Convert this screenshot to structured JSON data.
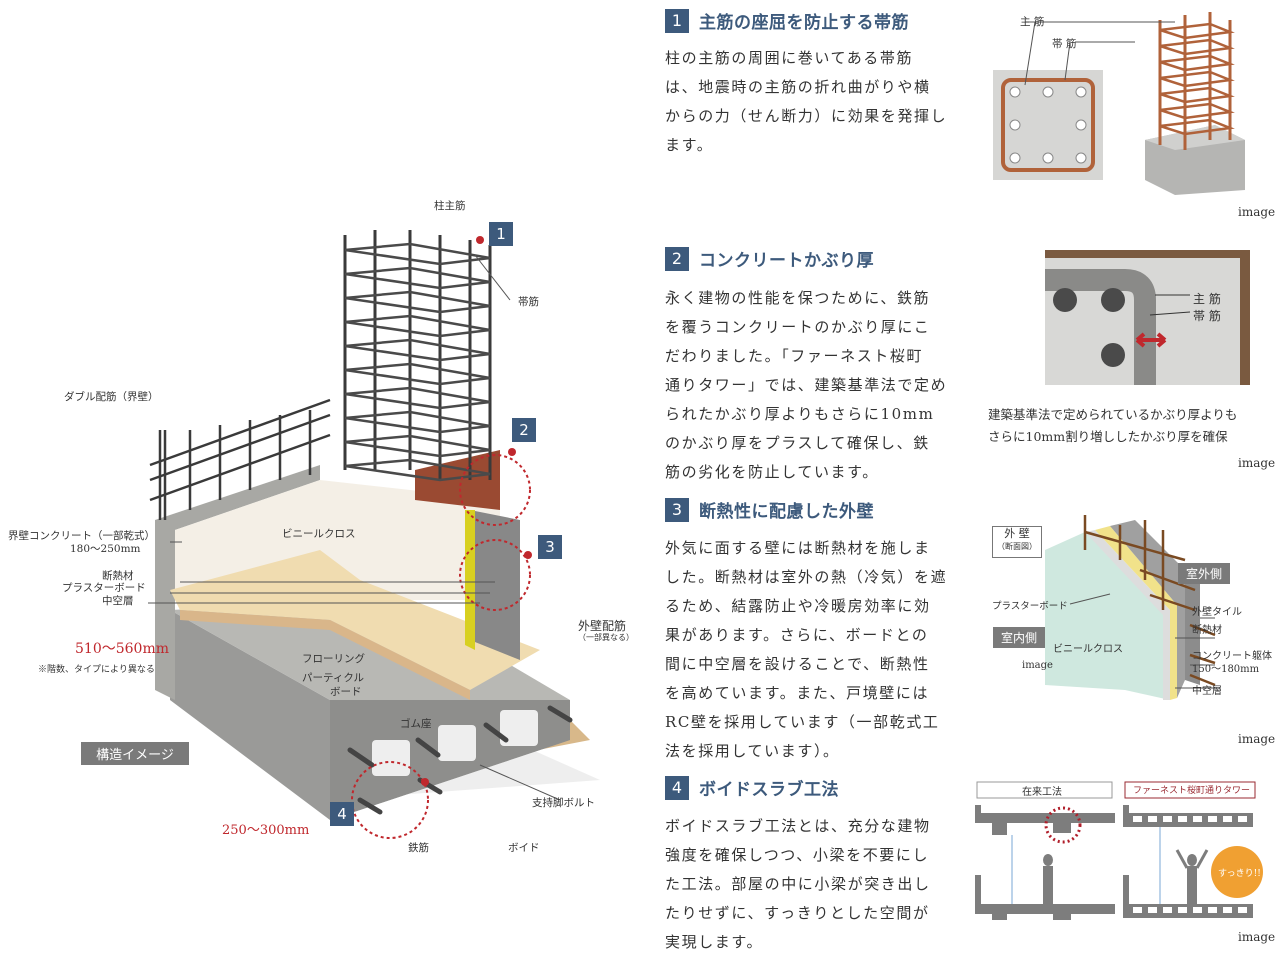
{
  "sections": [
    {
      "num": "1",
      "title": "主筋の座屈を防止する帯筋",
      "lines": [
        "柱の主筋の周囲に巻いてある帯筋",
        "は、地震時の主筋の折れ曲がりや横",
        "からの力（せん断力）に効果を発揮し",
        "ます。"
      ]
    },
    {
      "num": "2",
      "title": "コンクリートかぶり厚",
      "lines": [
        "永く建物の性能を保つために、鉄筋",
        "を覆うコンクリートのかぶり厚にこ",
        "だわりました。「ファーネスト桜町",
        "通りタワー」では、建築基準法で定め",
        "られたかぶり厚よりもさらに10mm",
        "のかぶり厚をプラスして確保し、鉄",
        "筋の劣化を防止しています。"
      ]
    },
    {
      "num": "3",
      "title": "断熱性に配慮した外壁",
      "lines": [
        "外気に面する壁には断熱材を施しま",
        "した。断熱材は室外の熱（冷気）を遮",
        "るため、結露防止や冷暖房効率に効",
        "果があります。さらに、ボードとの",
        "間に中空層を設けることで、断熱性",
        "を高めています。また、戸境壁には",
        "RC壁を採用しています（一部乾式工",
        "法を採用しています）。"
      ]
    },
    {
      "num": "4",
      "title": "ボイドスラブ工法",
      "lines": [
        "ボイドスラブ工法とは、充分な建物",
        "強度を確保しつつ、小梁を不要にし",
        "た工法。部屋の中に小梁が突き出し",
        "たりせずに、すっきりとした空間が",
        "実現します。"
      ]
    }
  ],
  "main_illustration": {
    "labels": {
      "column_main": "柱主筋",
      "hoop": "帯筋",
      "double": "ダブル配筋（界壁）",
      "partition": "界壁コンクリート（一部乾式）",
      "partition_size": "180〜250mm",
      "insulation": "断熱材",
      "plaster": "プラスターボード",
      "hollow": "中空層",
      "vinyl": "ビニールクロス",
      "outer_rebar": "外壁配筋",
      "outer_rebar_note": "（一部異なる）",
      "total": "510〜560mm",
      "total_note": "※階数、タイプにより異なる",
      "flooring": "フローリング",
      "particle": "パーティクル",
      "board": "ボード",
      "rubber": "ゴム座",
      "bolt": "支持脚ボルト",
      "rebar": "鉄筋",
      "void": "ボイド",
      "slab": "250〜300mm",
      "caption": "構造イメージ"
    },
    "badges": [
      "1",
      "2",
      "3",
      "4"
    ]
  },
  "diagram1": {
    "main": "主 筋",
    "hoop": "帯 筋",
    "note": "image"
  },
  "diagram2": {
    "main": "主 筋",
    "hoop": "帯 筋",
    "caption1": "建築基準法で定められているかぶり厚よりも",
    "caption2": "さらに10mm割り増ししたかぶり厚を確保",
    "note": "image"
  },
  "diagram3": {
    "title": "外 壁",
    "subtitle": "（断面図）",
    "outside": "室外側",
    "inside": "室内側",
    "plaster": "プラスターボード",
    "vinyl": "ビニールクロス",
    "tile": "外壁タイル",
    "insulation": "断熱材",
    "concrete": "コンクリート躯体",
    "concrete_size": "150〜180mm",
    "hollow": "中空層",
    "inner_note": "image",
    "note": "image"
  },
  "diagram4": {
    "conventional": "在来工法",
    "tower": "ファーネスト桜町通りタワー",
    "bubble": "すっきり!!",
    "note": "image"
  },
  "colors": {
    "accent": "#3d5a7c",
    "red": "#c0282d",
    "rebar": "#b0623a",
    "orange": "#f0a032"
  }
}
